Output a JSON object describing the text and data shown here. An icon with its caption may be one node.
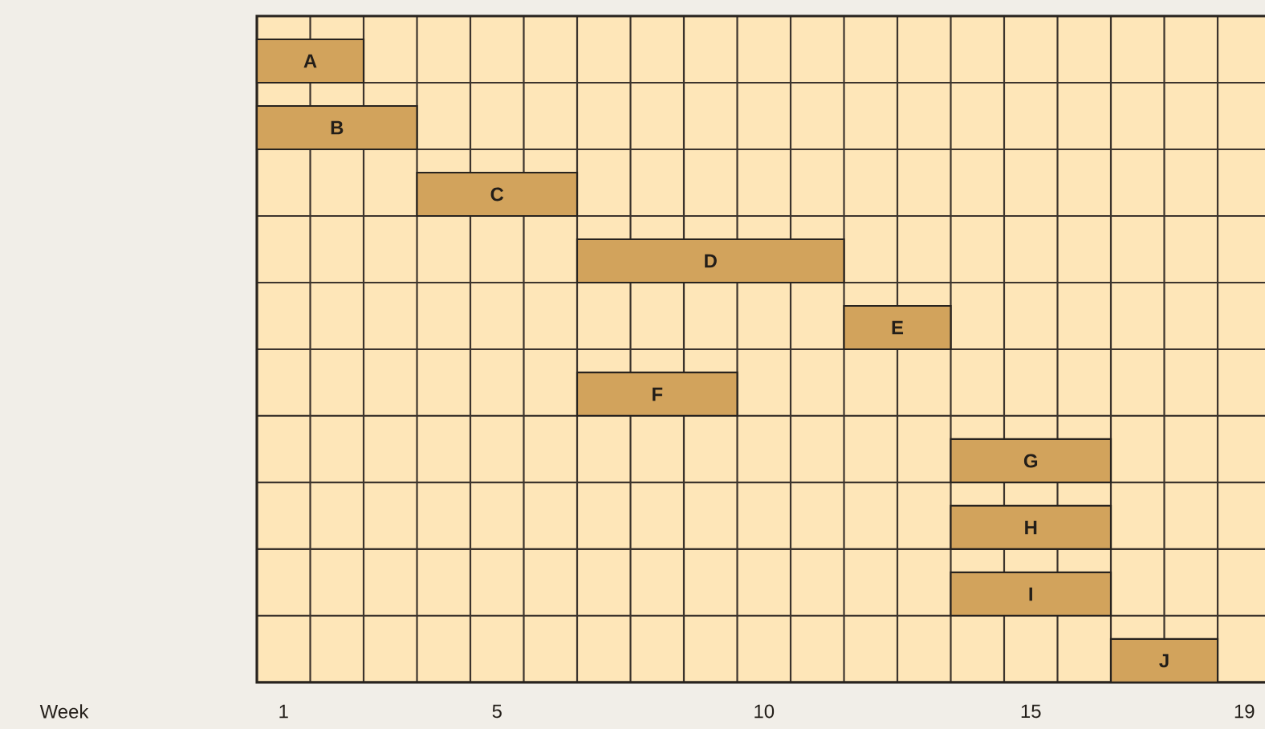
{
  "diagram": {
    "nodes": [
      {
        "text": [
          "A"
        ]
      },
      {
        "text": [
          "B"
        ]
      },
      {
        "text": [
          "C"
        ]
      },
      {
        "text": [
          "D"
        ]
      },
      {
        "text": [
          "E"
        ]
      },
      {
        "text": [
          "F"
        ]
      },
      {
        "text": [
          "G"
        ]
      },
      {
        "text": [
          "H"
        ]
      },
      {
        "text": [
          "I"
        ]
      },
      {
        "text": [
          "J"
        ]
      }
    ],
    "labels": [
      "Week",
      "1",
      "5",
      "10",
      "15",
      "19"
    ]
  }
}
